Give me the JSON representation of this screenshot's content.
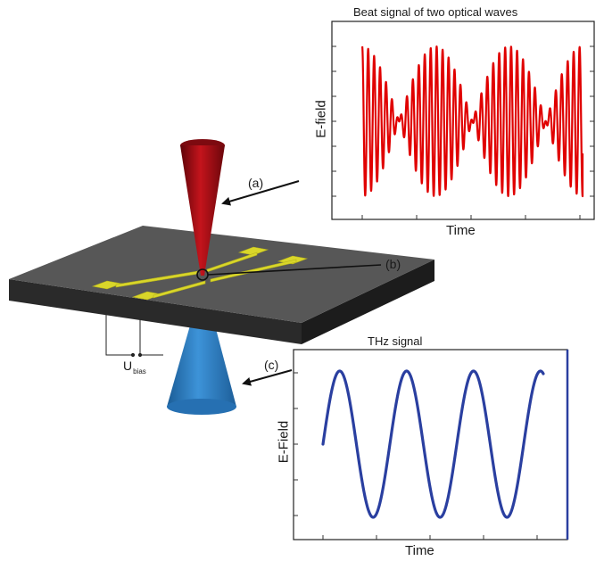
{
  "diagram": {
    "callouts": {
      "a": "(a)",
      "b": "(b)",
      "c": "(c)"
    },
    "bias_label": {
      "main": "U",
      "subscript": "bias"
    }
  },
  "top_plot": {
    "title": "Beat signal of two optical waves",
    "xlabel": "Time",
    "ylabel": "E-field",
    "color": "#e00000"
  },
  "bottom_plot": {
    "title": "THz signal",
    "xlabel": "Time",
    "ylabel": "E-Field",
    "color": "#2a3fa0"
  },
  "colors": {
    "laser_cone": "#a80d14",
    "thz_cone": "#2f7fc4",
    "substrate_top": "#575757",
    "electrodes": "#d9d62a"
  }
}
